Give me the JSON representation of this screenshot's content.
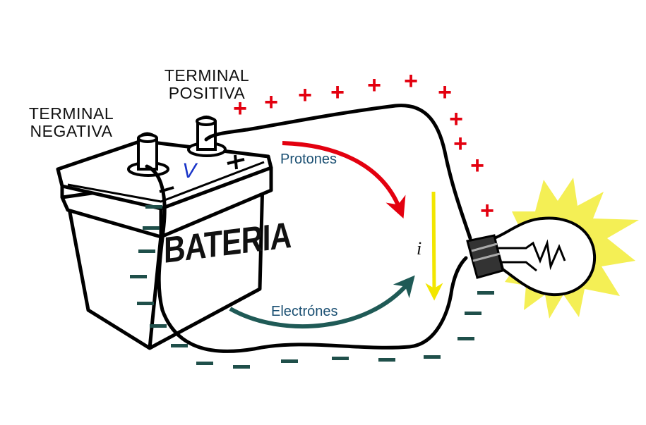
{
  "labels": {
    "terminal_negativa": [
      "TERMINAL",
      "NEGATIVA"
    ],
    "terminal_positiva": [
      "TERMINAL",
      "POSITIVA"
    ],
    "protones": "Protones",
    "electrones": "Electrónes",
    "current": "i",
    "voltage": "V",
    "battery": "BATERIA"
  },
  "symbols": {
    "positive_charge": "+",
    "negative_charge": "−"
  },
  "colors": {
    "positive": "#e3000f",
    "negative": "#1f4f4a",
    "protones_arrow": "#e3000f",
    "electrones_arrow": "#1f5a56",
    "current_arrow": "#f2e600",
    "bulb_glow": "#f4ef55",
    "wire": "#000000",
    "voltage": "#1a35c8"
  },
  "icons": [
    "battery-icon",
    "light-bulb-icon"
  ]
}
